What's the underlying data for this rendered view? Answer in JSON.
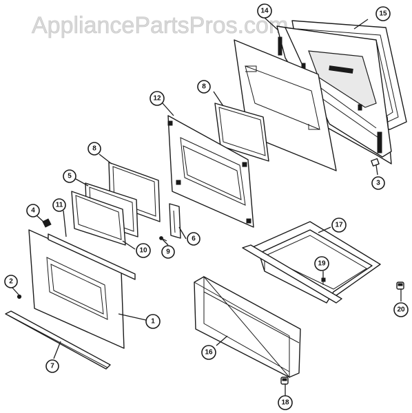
{
  "watermark": "AppliancePartsPros.com",
  "callouts": [
    {
      "id": "c1",
      "label": "1"
    },
    {
      "id": "c2",
      "label": "2"
    },
    {
      "id": "c3",
      "label": "3"
    },
    {
      "id": "c4",
      "label": "4"
    },
    {
      "id": "c5",
      "label": "5"
    },
    {
      "id": "c6",
      "label": "6"
    },
    {
      "id": "c7",
      "label": "7"
    },
    {
      "id": "c8a",
      "label": "8"
    },
    {
      "id": "c8b",
      "label": "8"
    },
    {
      "id": "c9",
      "label": "9"
    },
    {
      "id": "c10",
      "label": "10"
    },
    {
      "id": "c11",
      "label": "11"
    },
    {
      "id": "c12",
      "label": "12"
    },
    {
      "id": "c14",
      "label": "14"
    },
    {
      "id": "c15",
      "label": "15"
    },
    {
      "id": "c16",
      "label": "16"
    },
    {
      "id": "c17",
      "label": "17"
    },
    {
      "id": "c18",
      "label": "18"
    },
    {
      "id": "c19",
      "label": "19"
    },
    {
      "id": "c20",
      "label": "20"
    }
  ]
}
